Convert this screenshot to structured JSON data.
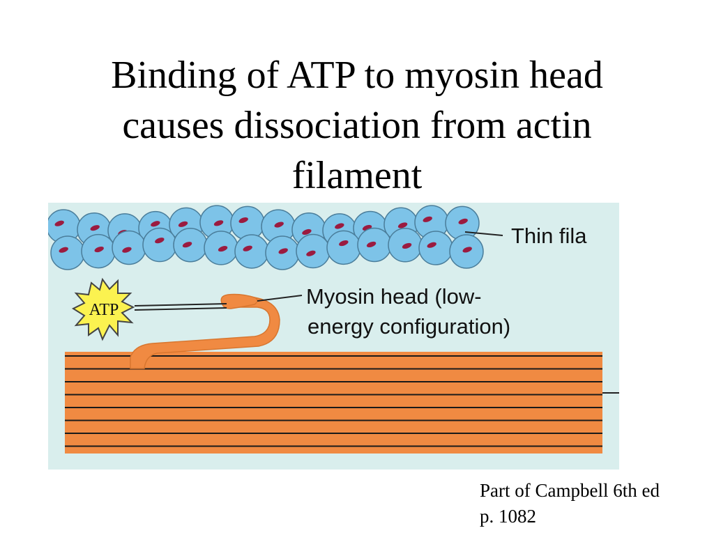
{
  "slide": {
    "title_lines": [
      "Binding of ATP to myosin head",
      "causes dissociation from actin",
      "filament"
    ],
    "credit_lines": [
      "Part of Campbell 6th ed",
      "p. 1082"
    ]
  },
  "figure": {
    "thin_filament_label": "Thin fila",
    "atp_label": "ATP",
    "myosin_label_line1": "Myosin head (low-",
    "myosin_label_line2": "energy configuration)",
    "colors": {
      "background": "#d9eeed",
      "actin_bead": "#7dc3e8",
      "actin_dot": "#9b1b40",
      "myosin": "#f08a42",
      "atp_star": "#fbf250"
    }
  }
}
